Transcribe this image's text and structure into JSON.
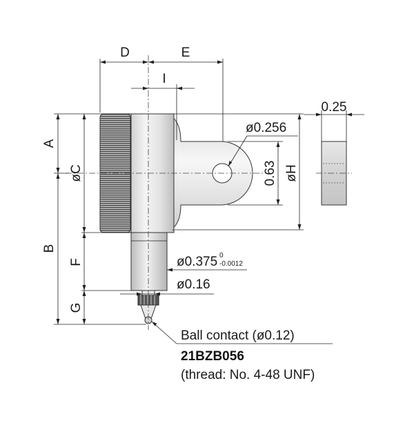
{
  "dimensions": {
    "d": "D",
    "e": "E",
    "i": "I",
    "a": "A",
    "c": "øC",
    "b": "B",
    "f": "F",
    "g": "G",
    "h": "øH",
    "lug_hole": "ø0.256",
    "lug_height": "0.63",
    "lug_thickness": "0.25",
    "stem": "ø0.375",
    "stem_tol_upper": "0",
    "stem_tol_lower": "-0.0012",
    "spindle": "ø0.16"
  },
  "callout": {
    "line1": "Ball contact (ø0.12)",
    "line2": "21BZB056",
    "line3": "(thread: No. 4-48 UNF)"
  }
}
